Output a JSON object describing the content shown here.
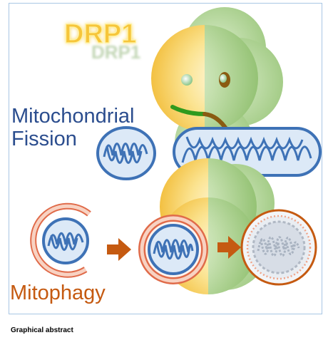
{
  "title_main": "DRP1",
  "title_shadow": "DRP1",
  "label_fission": [
    "Mitochondrial",
    "Fission"
  ],
  "label_mitophagy": "Mitophagy",
  "caption": "Graphical abstract",
  "colors": {
    "frame": "#a8c6e4",
    "drp1_yellow": "#f5c84a",
    "drp1_green": "#a9d08e",
    "mito_blue": "#3e72b6",
    "mito_fill": "#dce9f7",
    "fission_text": "#2b4d8e",
    "mitophagy_text": "#c55a11",
    "phago_pink": "#f4b9a6",
    "arrow_brown": "#c55a11",
    "degraded_grey": "#b0b8c4"
  },
  "icons": [
    "drp1-face-icon",
    "mitochondrion-icon",
    "phagophore-icon",
    "arrow-icon",
    "lysosome-icon"
  ]
}
